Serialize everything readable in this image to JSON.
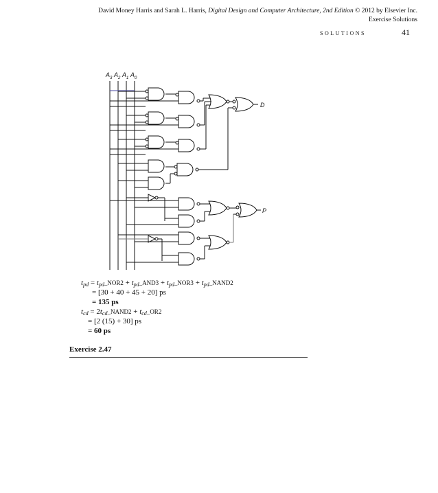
{
  "header": {
    "authors_prefix": "David Money Harris and Sarah L. Harris, ",
    "book_title": "Digital Design and Computer Architecture, 2nd Edition",
    "copyright": " © 2012 by Elsevier Inc.",
    "line2": "Exercise Solutions",
    "section": "SOLUTIONS",
    "page_number": "41"
  },
  "circuit": {
    "inputs": [
      "A3",
      "A2",
      "A1",
      "A0"
    ],
    "outputs": [
      "D",
      "P"
    ]
  },
  "equations": {
    "tpd_line": {
      "lhs": "t",
      "lhs_sub": "pd",
      "terms": [
        {
          "t": "t",
          "sub": "pd",
          "gate": "_NOR2"
        },
        {
          "t": "t",
          "sub": "pd",
          "gate": "_AND3"
        },
        {
          "t": "t",
          "sub": "pd",
          "gate": "_NOR3"
        },
        {
          "t": "t",
          "sub": "pd",
          "gate": "_NAND2"
        }
      ]
    },
    "tpd_values": "= [30 + 40 + 45 + 20] ps",
    "tpd_result": "= 135 ps",
    "tcd_line": {
      "lhs": "t",
      "lhs_sub": "cd",
      "coef": "2",
      "term1": {
        "t": "t",
        "sub": "cd",
        "gate": "_NAND2"
      },
      "term2": {
        "t": "t",
        "sub": "cd",
        "gate": "_OR2"
      }
    },
    "tcd_values": "= [2 (15) + 30] ps",
    "tcd_result": "= 60 ps"
  },
  "exercise_title": "Exercise 2.47"
}
